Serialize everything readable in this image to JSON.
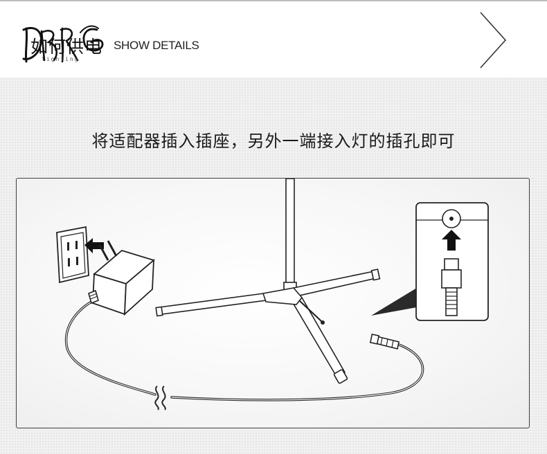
{
  "header": {
    "brand_cn": "如何供电",
    "brand_en": "SHOW DETAILS",
    "brand_sub": "lighting"
  },
  "main": {
    "instruction": "将适配器插入插座，另外一端接入灯的插孔即可"
  },
  "illustration": {
    "items": [
      "wall-socket",
      "power-adapter",
      "power-cable",
      "tripod-floor-lamp",
      "dc-plug",
      "lamp-jack-detail"
    ]
  },
  "colors": {
    "line": "#222222",
    "frame": "#3d3d3d",
    "accent_dark": "#111111"
  }
}
